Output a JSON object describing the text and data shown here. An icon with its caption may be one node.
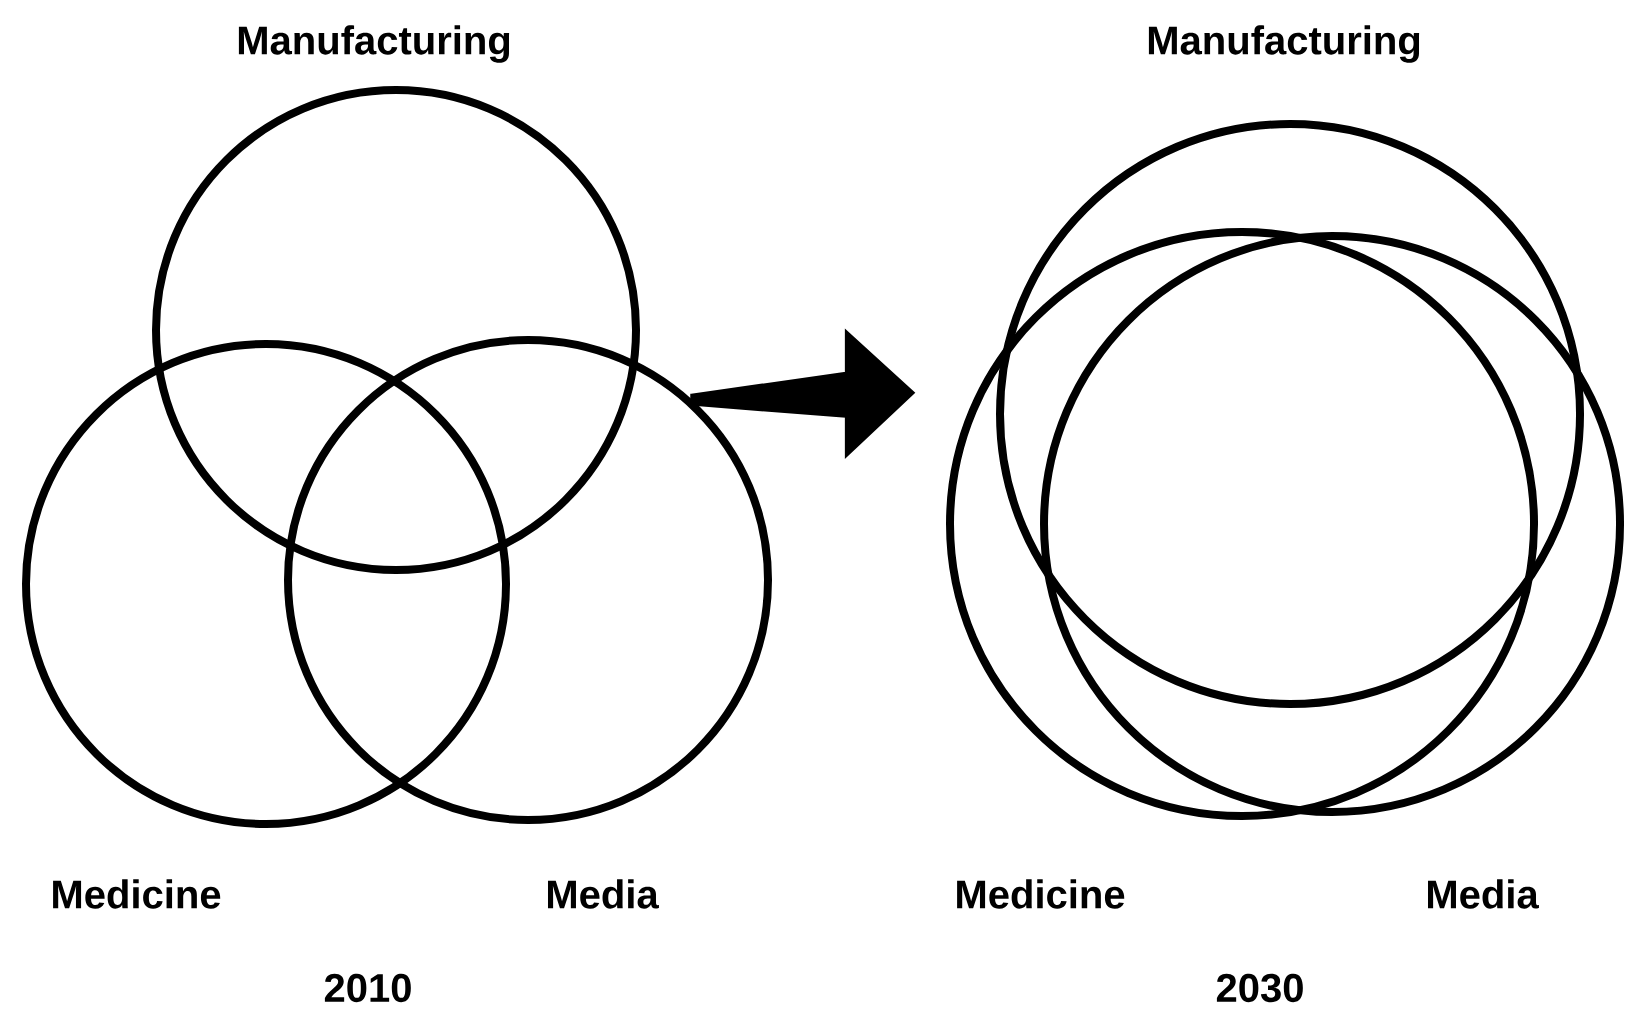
{
  "diagram": {
    "nodes": [
      {
        "text": [
          "Manufacturing"
        ]
      },
      {
        "text": [
          "Medicine"
        ]
      },
      {
        "text": [
          "Media"
        ]
      },
      {
        "text": [
          "Manufacturing"
        ]
      },
      {
        "text": [
          "Medicine"
        ]
      },
      {
        "text": [
          "Media"
        ]
      }
    ],
    "edges": [
      {
        "from": 2,
        "to": 4,
        "arrow": "to"
      }
    ],
    "labels": [
      "2010",
      "2030"
    ]
  }
}
